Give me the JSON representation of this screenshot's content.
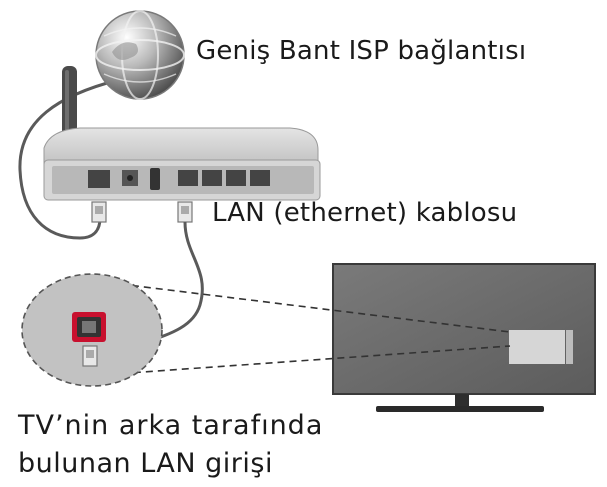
{
  "labels": {
    "isp_connection": "Geniş Bant ISP bağlantısı",
    "lan_cable": "LAN (ethernet) kablosu",
    "tv_port_line1": "TV’nin arka tarafında",
    "tv_port_line2": "bulunan LAN girişi"
  },
  "icons": {
    "globe": "globe-icon",
    "router": "router-icon",
    "tv": "tv-icon",
    "lan_port": "lan-port-icon"
  },
  "colors": {
    "router_body": "#d0d0d0",
    "router_panel": "#a8a8a8",
    "cable": "#555555",
    "tv_screen": "#6b6b6b",
    "callout_fill": "#c2c2c2",
    "port_highlight": "#c8102e"
  }
}
